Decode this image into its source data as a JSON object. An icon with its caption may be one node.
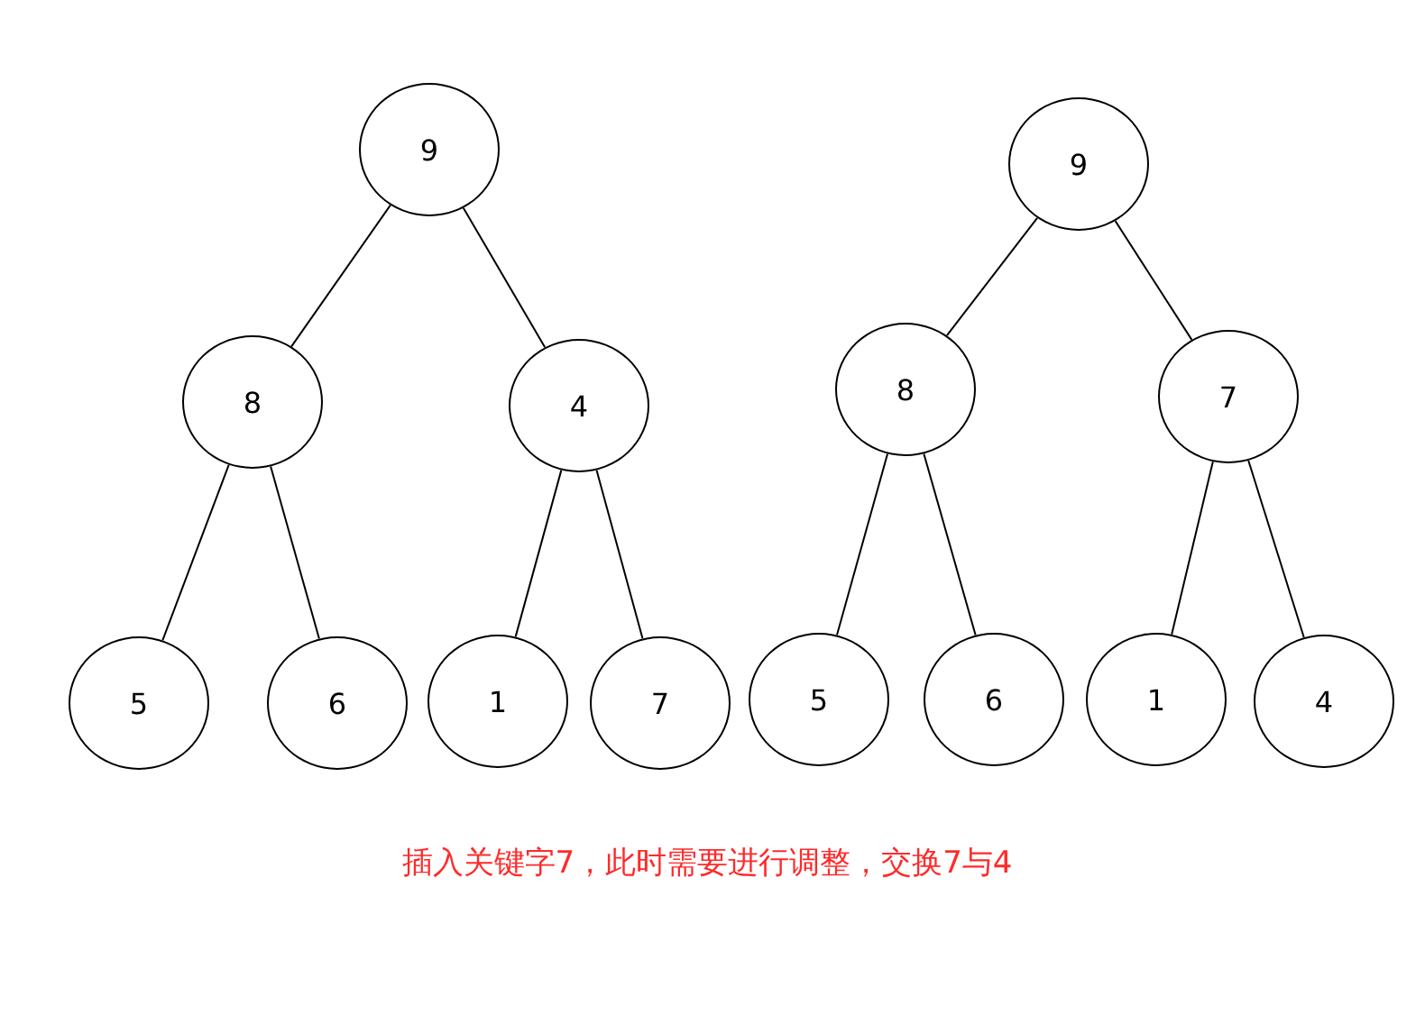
{
  "diagram": {
    "nodes": [
      {
        "text": [
          "9"
        ]
      },
      {
        "text": [
          "8"
        ]
      },
      {
        "text": [
          "4"
        ]
      },
      {
        "text": [
          "5"
        ]
      },
      {
        "text": [
          "6"
        ]
      },
      {
        "text": [
          "1"
        ]
      },
      {
        "text": [
          "7"
        ]
      },
      {
        "text": [
          "9"
        ]
      },
      {
        "text": [
          "8"
        ]
      },
      {
        "text": [
          "7"
        ]
      },
      {
        "text": [
          "5"
        ]
      },
      {
        "text": [
          "6"
        ]
      },
      {
        "text": [
          "1"
        ]
      },
      {
        "text": [
          "4"
        ]
      }
    ],
    "edges": [
      {
        "from": 0,
        "to": 1,
        "arrow": "none"
      },
      {
        "from": 0,
        "to": 2,
        "arrow": "none"
      },
      {
        "from": 1,
        "to": 3,
        "arrow": "none"
      },
      {
        "from": 1,
        "to": 4,
        "arrow": "none"
      },
      {
        "from": 2,
        "to": 5,
        "arrow": "none"
      },
      {
        "from": 2,
        "to": 6,
        "arrow": "none"
      },
      {
        "from": 7,
        "to": 8,
        "arrow": "none"
      },
      {
        "from": 7,
        "to": 9,
        "arrow": "none"
      },
      {
        "from": 8,
        "to": 10,
        "arrow": "none"
      },
      {
        "from": 8,
        "to": 11,
        "arrow": "none"
      },
      {
        "from": 9,
        "to": 12,
        "arrow": "none"
      },
      {
        "from": 9,
        "to": 13,
        "arrow": "none"
      }
    ],
    "labels": [
      "插入关键字7，此时需要进行调整，交换7与4"
    ]
  }
}
